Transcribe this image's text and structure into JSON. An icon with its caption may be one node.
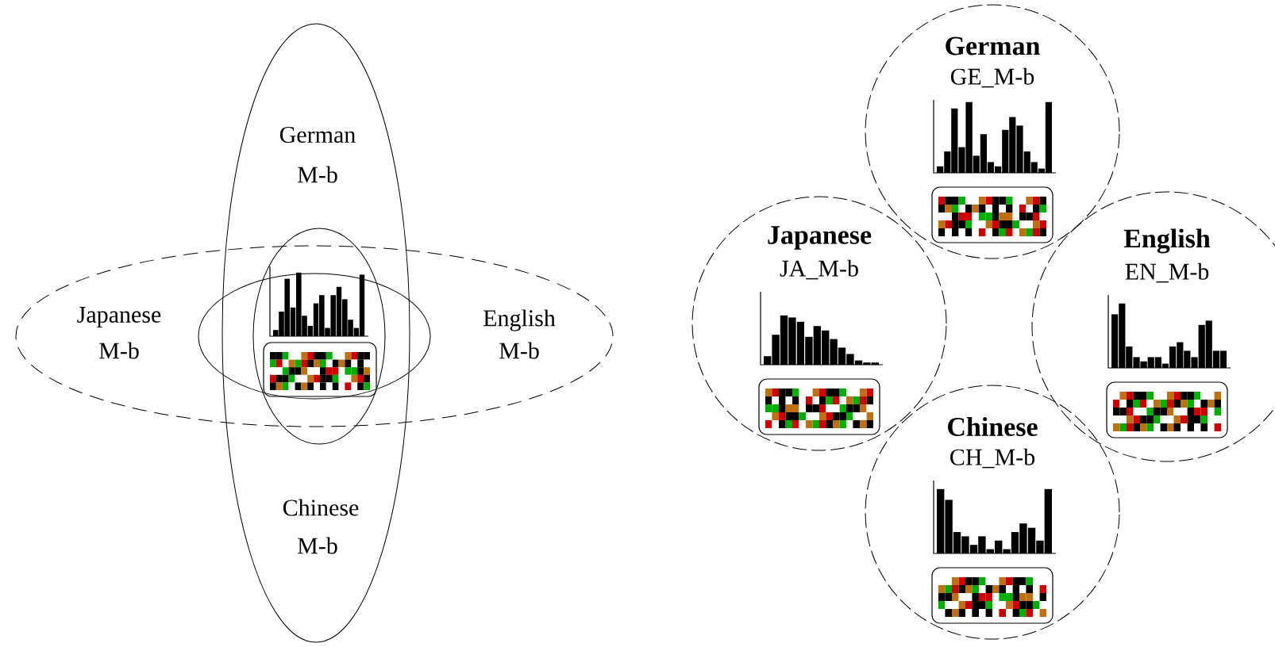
{
  "diagram": {
    "nodes": [
      {
        "text": [
          "German",
          "M-b",
          "Chinese",
          "M-b"
        ]
      },
      {
        "text": [
          "Japanese",
          "M-b",
          "English",
          "M-b"
        ]
      },
      {
        "text": [],
        "shape": "ellipse",
        "in": 1
      },
      {
        "text": [],
        "shape": "ellipse",
        "in": 0
      },
      {
        "text": [
          "German",
          "GE_M-b"
        ]
      },
      {
        "text": [
          "Japanese",
          "JA_M-b"
        ]
      },
      {
        "text": [
          "English",
          "EN_M-b"
        ]
      },
      {
        "text": [
          "Chinese",
          "CH_M-b"
        ]
      }
    ]
  }
}
